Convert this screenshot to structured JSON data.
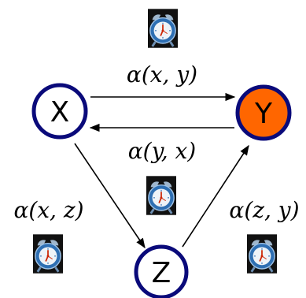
{
  "nodes": {
    "x": {
      "label": "X",
      "fill": "#ffffff",
      "stroke": "#0a0a7a"
    },
    "y": {
      "label": "Y",
      "fill": "#ff6600",
      "stroke": "#0a0a7a"
    },
    "z": {
      "label": "Z",
      "fill": "#ffffff",
      "stroke": "#0a0a7a"
    }
  },
  "edges": {
    "xy": {
      "label": "α(x, y)",
      "icon": "alarm-clock-icon"
    },
    "yx": {
      "label": "α(y, x)",
      "icon": "alarm-clock-icon"
    },
    "xz": {
      "label": "α(x, z)",
      "icon": "alarm-clock-icon"
    },
    "zy": {
      "label": "α(z, y)",
      "icon": "alarm-clock-icon"
    }
  },
  "colors": {
    "node_border": "#0a0a7a",
    "highlight_node": "#ff6600",
    "clock_body": "#2e6fb3",
    "clock_face": "#eef3f8",
    "clock_hand": "#cc2200",
    "icon_background": "#111111"
  }
}
